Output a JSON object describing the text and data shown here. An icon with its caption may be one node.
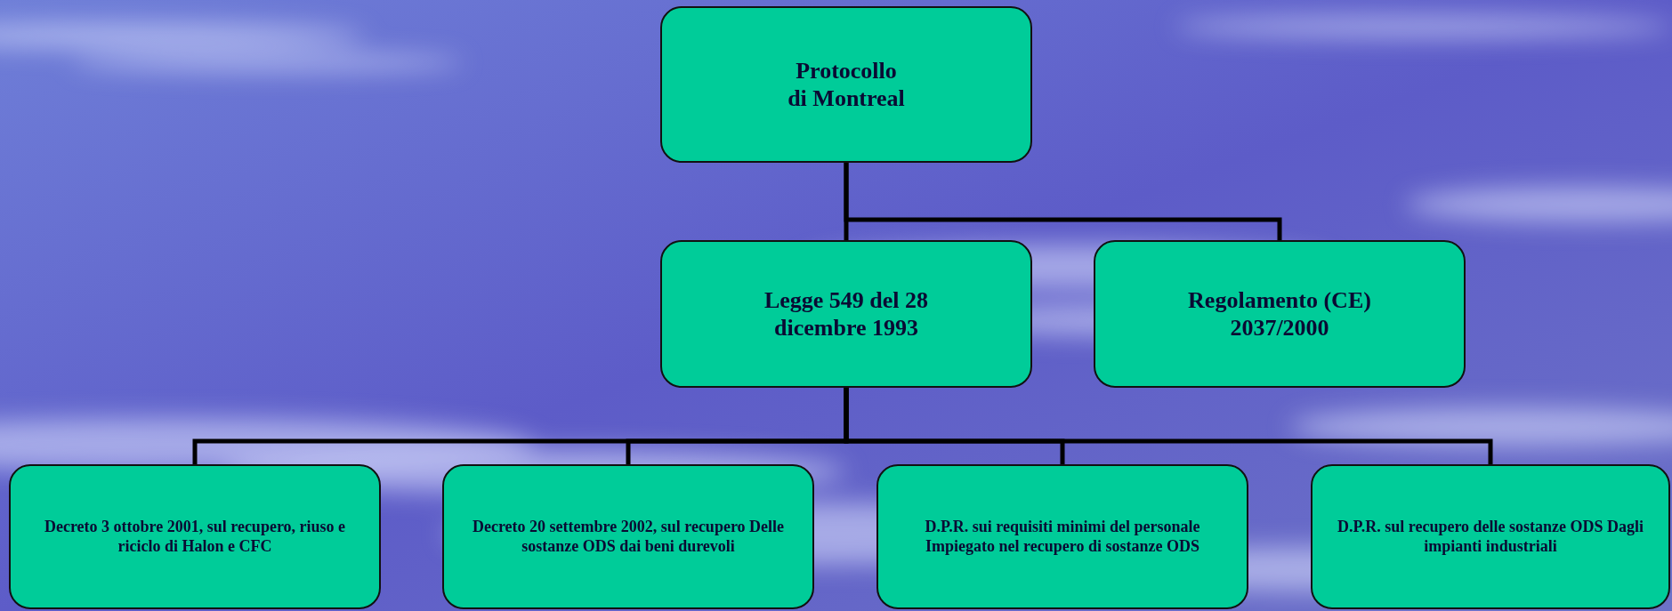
{
  "diagram": {
    "nodes": [
      {
        "text": [
          "Protocollo di Montreal"
        ]
      },
      {
        "text": [
          "Legge 549 del 28 dicembre 1993"
        ]
      },
      {
        "text": [
          "Regolamento (CE) 2037/2000"
        ]
      },
      {
        "text": [
          "Decreto 3 ottobre 2001, sul recupero, riuso e riciclo di Halon e CFC"
        ]
      },
      {
        "text": [
          "Decreto 20 settembre 2002, sul recupero Delle sostanze ODS dai beni durevoli"
        ]
      },
      {
        "text": [
          "D.P.R. sui requisiti minimi del personale Impiegato nel recupero di sostanze ODS"
        ]
      },
      {
        "text": [
          "D.P.R. sul recupero delle sostanze ODS Dagli impianti industriali"
        ]
      }
    ],
    "edges": [
      {
        "from": 0,
        "to": 1,
        "arrow": "none"
      },
      {
        "from": 0,
        "to": 2,
        "arrow": "none"
      },
      {
        "from": 1,
        "to": 3,
        "arrow": "none"
      },
      {
        "from": 1,
        "to": 4,
        "arrow": "none"
      },
      {
        "from": 1,
        "to": 5,
        "arrow": "none"
      },
      {
        "from": 1,
        "to": 6,
        "arrow": "none"
      }
    ]
  }
}
